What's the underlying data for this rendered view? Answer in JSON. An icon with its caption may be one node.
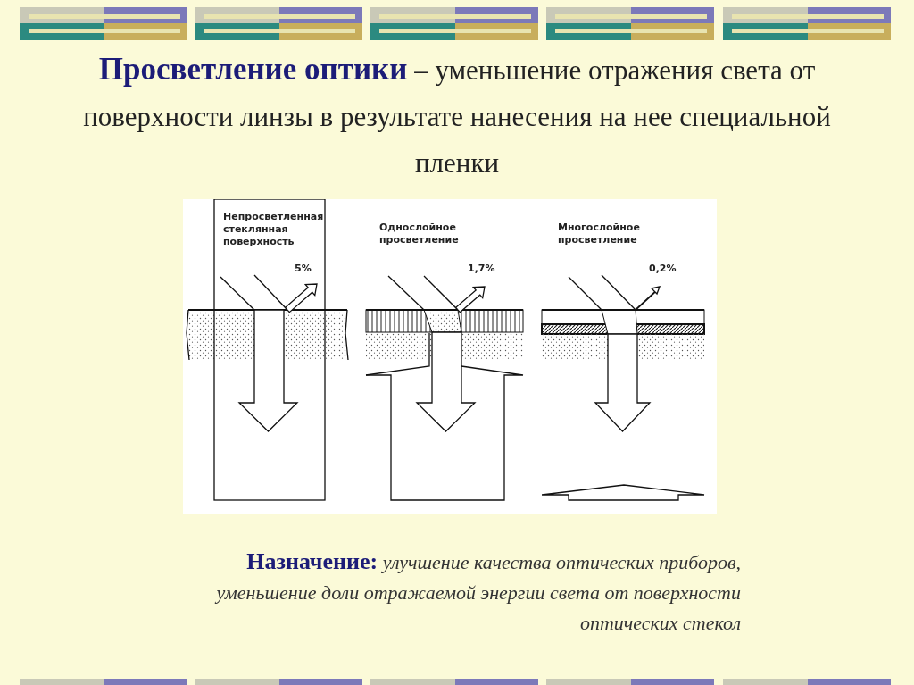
{
  "diagram": {
    "title": "**Просветление оптики** – уменьшение отражения света от поверхности линзы в результате нанесения на нее специальной пленки",
    "caption": "**Назначение:** *улучшение качества оптических приборов, уменьшение доли отражаемой энергии света от поверхности оптических стекол*",
    "labels": [
      "Непросветленная стеклянная поверхность",
      "5%",
      "Однослойное просветление",
      "1,7%",
      "Многослойное просветление",
      "0,2%"
    ]
  }
}
